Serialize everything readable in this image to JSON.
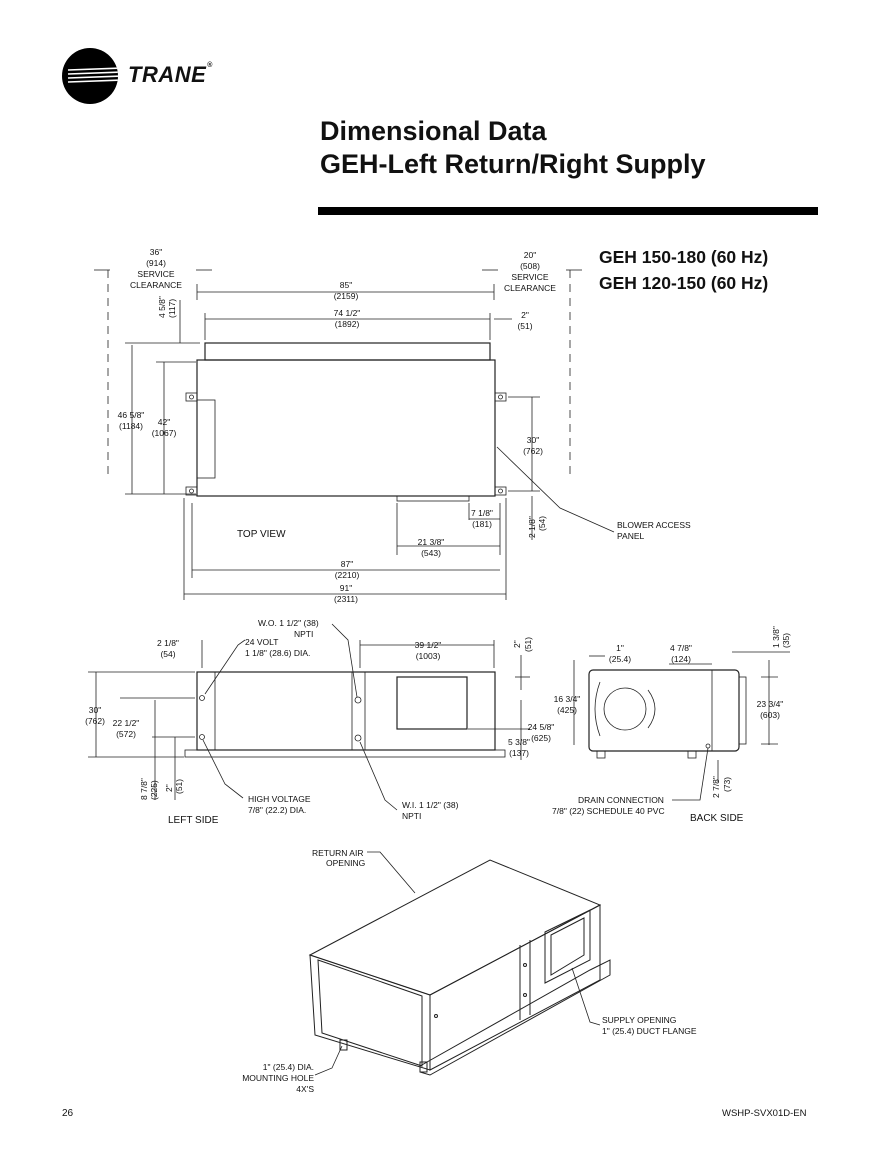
{
  "header": {
    "brand": "TRANE",
    "registered_mark": "®",
    "logo_icon": "trane-circle-logo-icon",
    "title_line1": "Dimensional Data",
    "title_line2": "GEH-Left Return/Right Supply",
    "model_line1": "GEH 150-180 (60 Hz)",
    "model_line2": "GEH 120-150 (60 Hz)"
  },
  "top_view": {
    "view_label": "TOP VIEW",
    "left_clearance": [
      "36\"",
      "(914)",
      "SERVICE",
      "CLEARANCE"
    ],
    "right_clearance": [
      "20\"",
      "(508)",
      "SERVICE",
      "CLEARANCE"
    ],
    "dim_85": [
      "85\"",
      "(2159)"
    ],
    "dim_74": [
      "74 1/2\"",
      "(1892)"
    ],
    "dim_2": [
      "2\"",
      "(51)"
    ],
    "dim_4_5_8": "4 5/8\"",
    "dim_4_5_8_mm": "(117)",
    "dim_46": [
      "46 5/8\"",
      "(1184)"
    ],
    "dim_42": [
      "42\"",
      "(1067)"
    ],
    "dim_30": [
      "30\"",
      "(762)"
    ],
    "dim_7": [
      "7 1/8\"",
      "(181)"
    ],
    "dim_21": [
      "21 3/8\"",
      "(543)"
    ],
    "dim_2_1_8": "2 1/8\"",
    "dim_2_1_8_mm": "(54)",
    "dim_87": [
      "87\"",
      "(2210)"
    ],
    "dim_91": [
      "91\"",
      "(2311)"
    ],
    "blower_access": [
      "BLOWER ACCESS",
      "PANEL"
    ]
  },
  "left_side": {
    "view_label": "LEFT SIDE",
    "wo": [
      "W.O. 1 1/2\" (38)",
      "NPTI"
    ],
    "dim_2_1_8": [
      "2 1/8\"",
      "(54)"
    ],
    "volt24": [
      "24 VOLT",
      "1 1/8\" (28.6) DIA."
    ],
    "dim_39": [
      "39 1/2\"",
      "(1003)"
    ],
    "dim_2": "2\"",
    "dim_2_mm": "(51)",
    "dim_30": [
      "30\"",
      "(762)"
    ],
    "dim_22": [
      "22 1/2\"",
      "(572)"
    ],
    "dim_16": [
      "16 3/4\"",
      "(425)"
    ],
    "dim_24": [
      "24 5/8\"",
      "(625)"
    ],
    "dim_5": [
      "5 3/8\"",
      "(137)"
    ],
    "dim_8_7_8": "8 7/8\"",
    "dim_8_7_8_mm": "(225)",
    "dim_2b": "2\"",
    "dim_2b_mm": "(51)",
    "high_voltage": [
      "HIGH VOLTAGE",
      "7/8\" (22.2) DIA."
    ],
    "wi": [
      "W.I. 1 1/2\" (38)",
      "NPTI"
    ]
  },
  "back_side": {
    "view_label": "BACK SIDE",
    "dim_1": [
      "1\"",
      "(25.4)"
    ],
    "dim_4_7_8": [
      "4 7/8\"",
      "(124)"
    ],
    "dim_1_3_8": "1 3/8\"",
    "dim_1_3_8_mm": "(35)",
    "dim_23": [
      "23 3/4\"",
      "(603)"
    ],
    "dim_2_7_8": "2 7/8\"",
    "dim_2_7_8_mm": "(73)",
    "drain": [
      "DRAIN CONNECTION",
      "7/8\" (22) SCHEDULE 40 PVC"
    ]
  },
  "iso_view": {
    "return_air": [
      "RETURN AIR",
      "OPENING"
    ],
    "supply": [
      "SUPPLY OPENING",
      "1\" (25.4) DUCT FLANGE"
    ],
    "mounting": [
      "1\" (25.4) DIA.",
      "MOUNTING HOLE",
      "4X'S"
    ]
  },
  "footer": {
    "page_number": "26",
    "doc_code": "WSHP-SVX01D-EN"
  }
}
